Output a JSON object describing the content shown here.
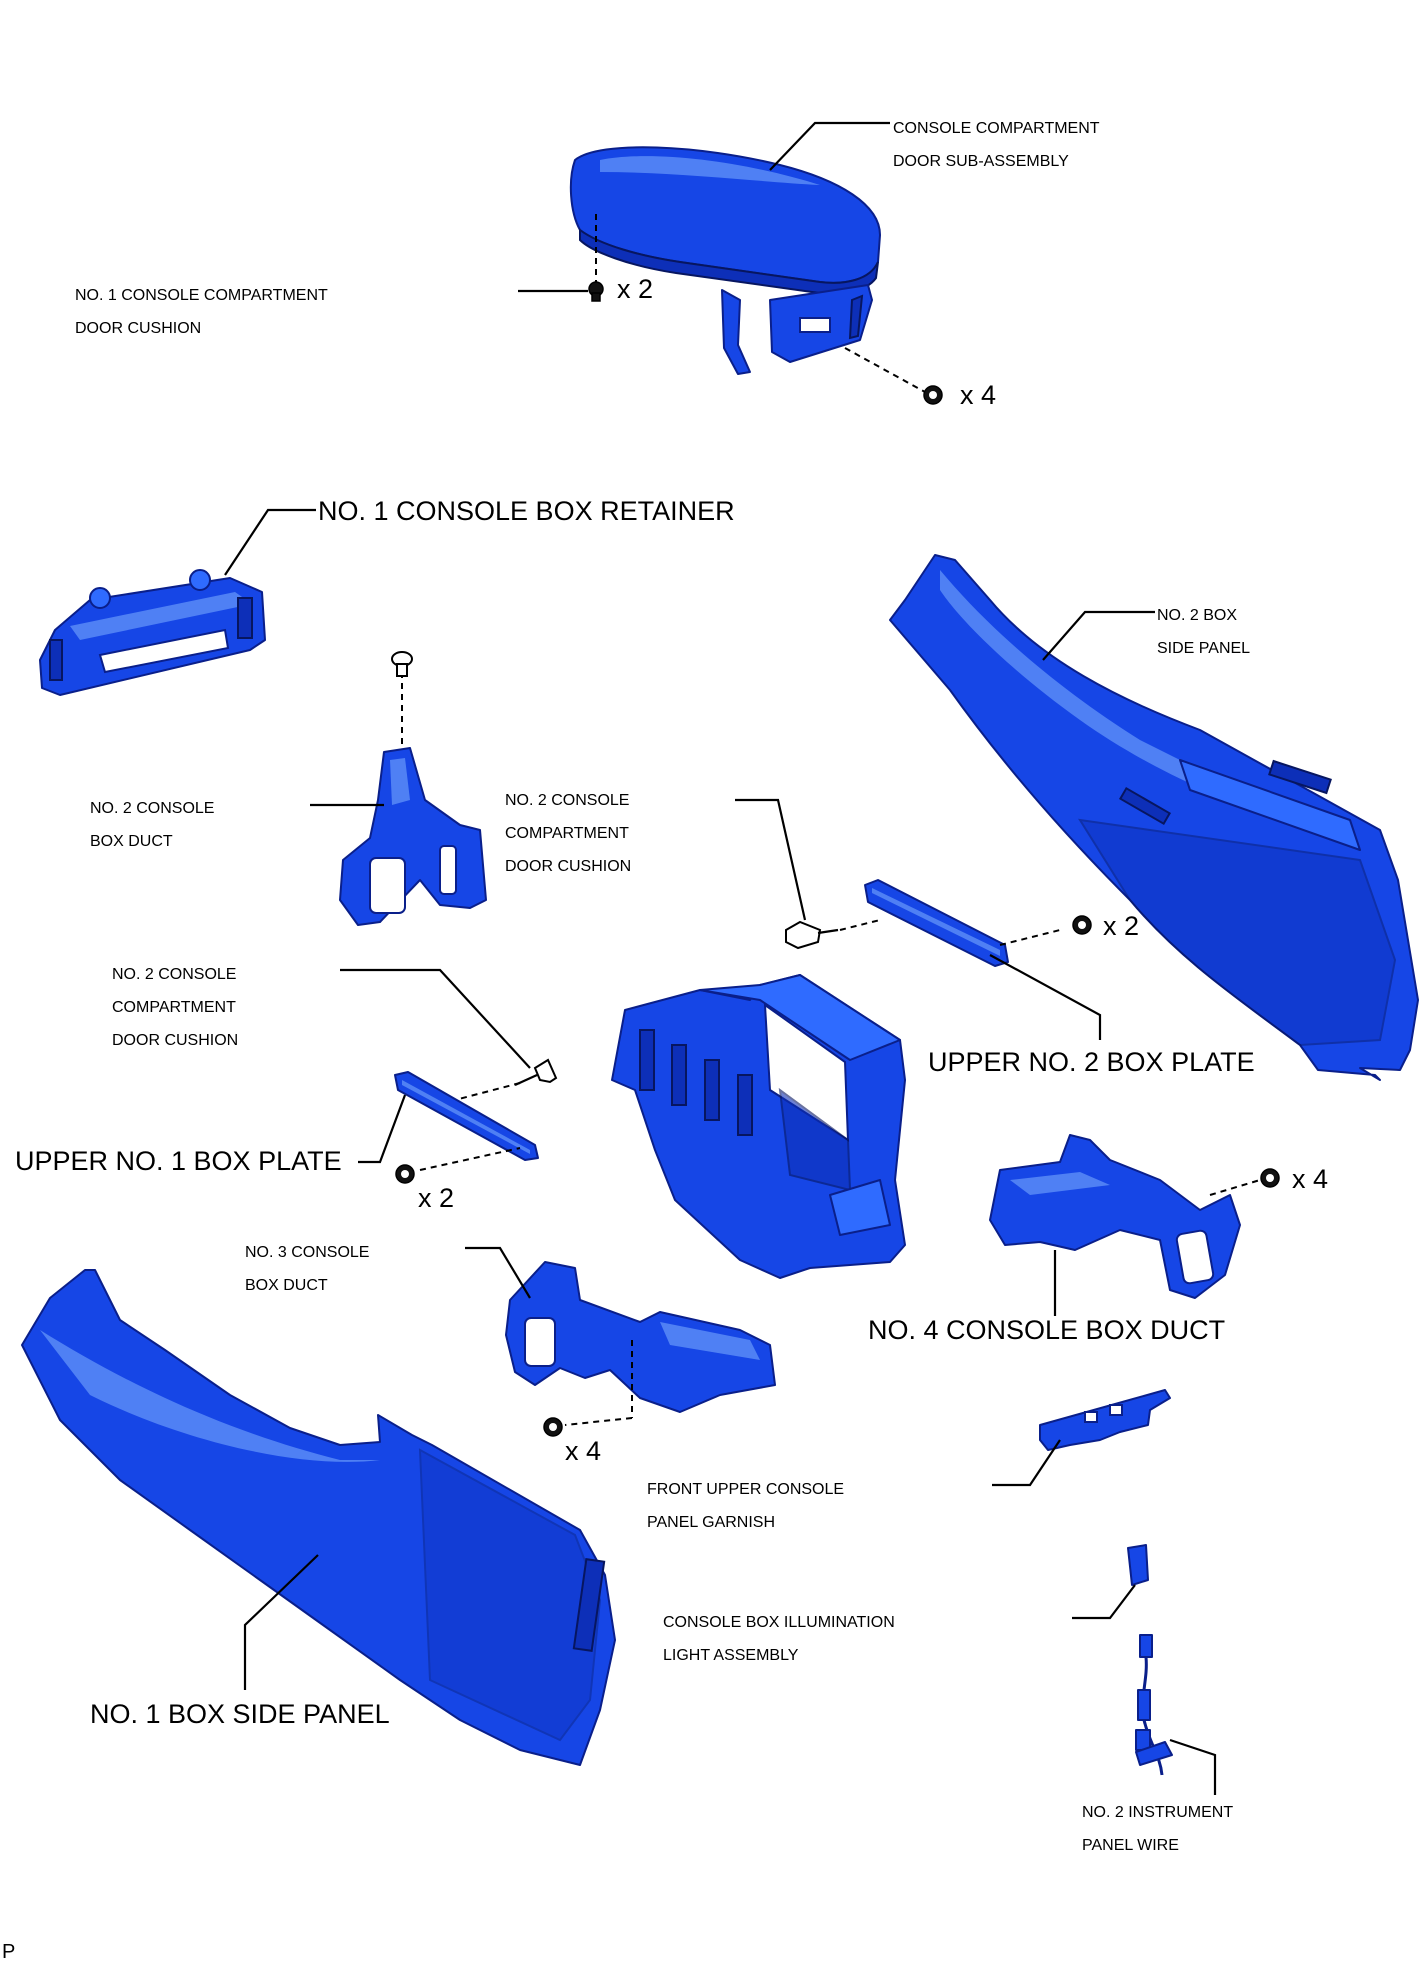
{
  "labels": {
    "door_sub_assembly": [
      "CONSOLE COMPARTMENT",
      "DOOR SUB-ASSEMBLY"
    ],
    "no1_door_cushion": [
      "NO. 1 CONSOLE COMPARTMENT",
      "DOOR CUSHION"
    ],
    "no1_box_retainer": [
      "NO. 1 CONSOLE BOX RETAINER"
    ],
    "no2_box_side_panel": [
      "NO. 2 BOX",
      "SIDE PANEL"
    ],
    "no2_box_duct": [
      "NO. 2 CONSOLE",
      "BOX DUCT"
    ],
    "no2_door_cushion_right": [
      "NO. 2 CONSOLE",
      "COMPARTMENT",
      "DOOR CUSHION"
    ],
    "no2_door_cushion_left": [
      "NO. 2 CONSOLE",
      "COMPARTMENT",
      "DOOR CUSHION"
    ],
    "upper_no2_box_plate": [
      "UPPER NO. 2 BOX PLATE"
    ],
    "upper_no1_box_plate": [
      "UPPER NO. 1 BOX PLATE"
    ],
    "no3_box_duct": [
      "NO. 3 CONSOLE",
      "BOX DUCT"
    ],
    "no4_box_duct": [
      "NO. 4 CONSOLE BOX DUCT"
    ],
    "front_upper_garnish": [
      "FRONT UPPER CONSOLE",
      "PANEL GARNISH"
    ],
    "illumination_light": [
      "CONSOLE BOX ILLUMINATION",
      "LIGHT ASSEMBLY"
    ],
    "no1_box_side_panel": [
      "NO. 1 BOX SIDE PANEL"
    ],
    "no2_instrument_wire": [
      "NO. 2 INSTRUMENT",
      "PANEL WIRE"
    ]
  },
  "quantities": {
    "door_cushion_clips": "x 2",
    "door_screws": "x 4",
    "no2_plate_screws": "x 2",
    "no1_plate_screws": "x 2",
    "no4_duct_screws": "x 4",
    "no3_duct_screws": "x 4"
  },
  "figure_code": "P",
  "colors": {
    "part_blue": "#1646e6",
    "part_outline": "#0a1f8a"
  }
}
